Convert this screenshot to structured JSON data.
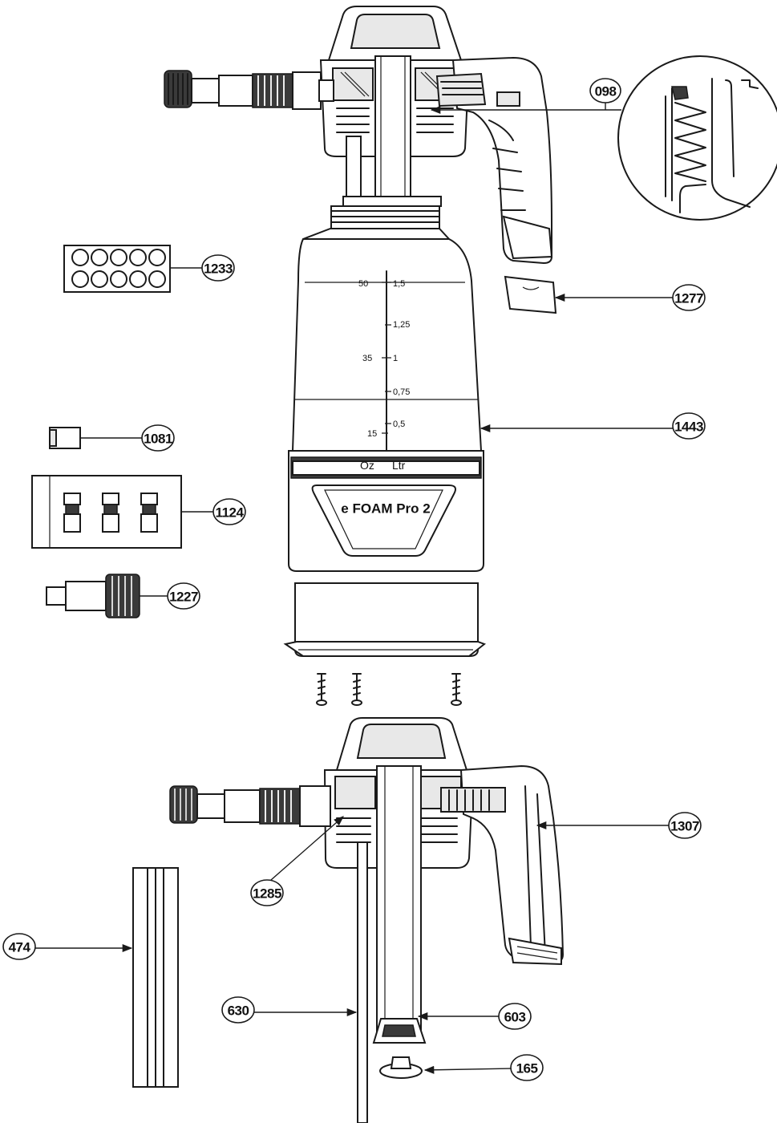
{
  "product": {
    "brand_label": "e FOAM Pro 2"
  },
  "scale": {
    "unit_oz": "Oz",
    "unit_litre": "Ltr",
    "oz_marks": [
      "50",
      "35",
      "15"
    ],
    "litre_marks": [
      "1,5",
      "1,25",
      "1",
      "0,75",
      "0,5"
    ]
  },
  "callouts": [
    {
      "id": "098",
      "label": "098"
    },
    {
      "id": "1233",
      "label": "1233"
    },
    {
      "id": "1277",
      "label": "1277"
    },
    {
      "id": "1443",
      "label": "1443"
    },
    {
      "id": "1081",
      "label": "1081"
    },
    {
      "id": "1124",
      "label": "1124"
    },
    {
      "id": "1227",
      "label": "1227"
    },
    {
      "id": "1307",
      "label": "1307"
    },
    {
      "id": "1285",
      "label": "1285"
    },
    {
      "id": "474",
      "label": "474"
    },
    {
      "id": "630",
      "label": "630"
    },
    {
      "id": "603",
      "label": "603"
    },
    {
      "id": "165",
      "label": "165"
    }
  ],
  "icons": {
    "arrowhead": "arrow-icon"
  },
  "colors": {
    "line": "#1a1a1a",
    "background": "#ffffff",
    "dark_part": "#3a3a3a"
  }
}
